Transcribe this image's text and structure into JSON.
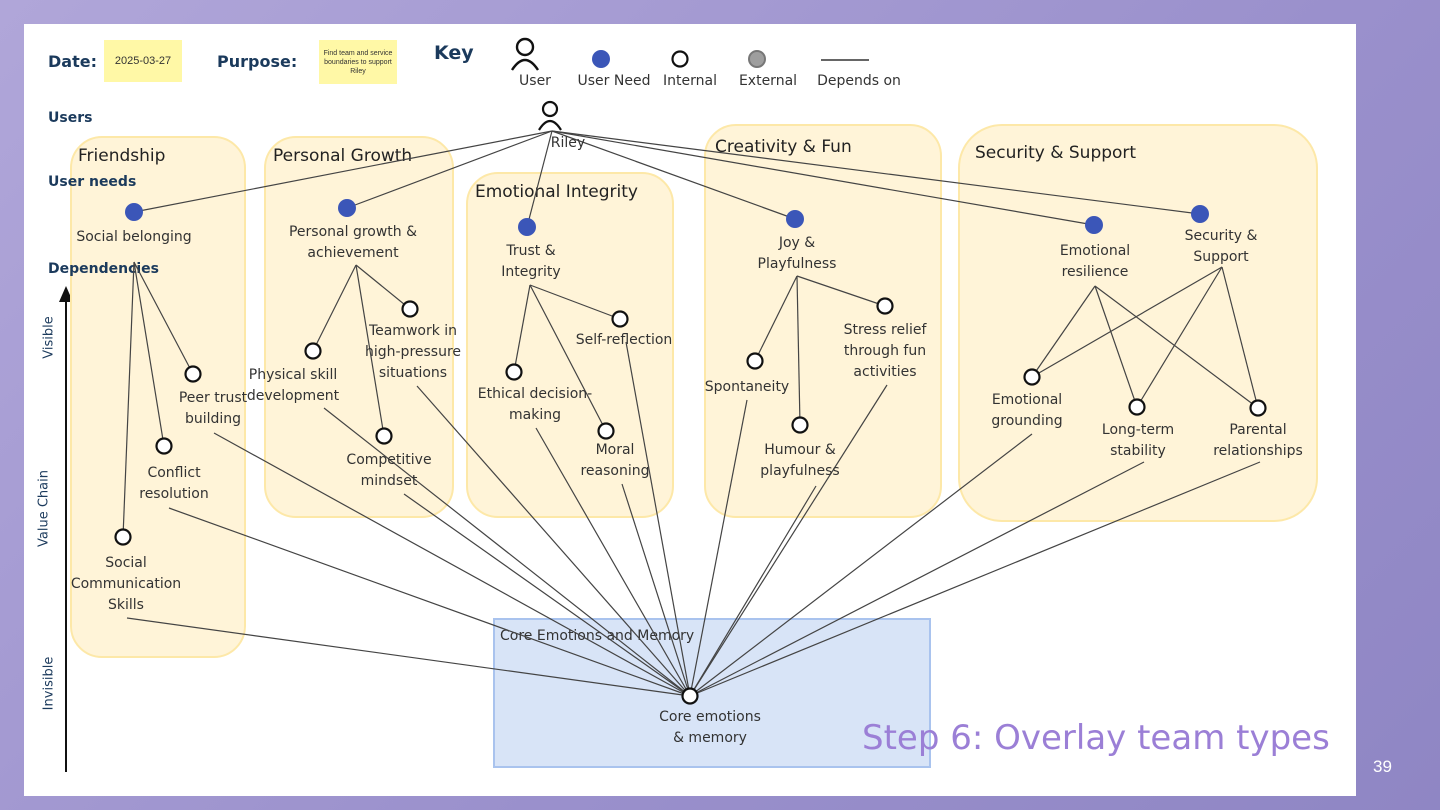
{
  "header": {
    "date_label": "Date:",
    "date_value": "2025-03-27",
    "purpose_label": "Purpose:",
    "purpose_value": "Find team and service boundaries to support Riley"
  },
  "key": {
    "title": "Key",
    "items": [
      "User",
      "User Need",
      "Internal",
      "External",
      "Depends on"
    ],
    "colors": {
      "user_need": "#3b56b8",
      "external": "#9e9e9e",
      "internal_fill": "#ffffff"
    }
  },
  "lanes": {
    "users": "Users",
    "user_needs": "User needs",
    "dependencies": "Dependencies"
  },
  "axis": {
    "visible": "Visible",
    "value_chain": "Value Chain",
    "invisible": "Invisible"
  },
  "user": {
    "name": "Riley",
    "icon": "person-icon"
  },
  "groups": {
    "friendship": "Friendship",
    "personal_growth": "Personal Growth",
    "emotional_integrity": "Emotional Integrity",
    "creativity_fun": "Creativity & Fun",
    "security_support": "Security & Support",
    "core": "Core Emotions and Memory"
  },
  "needs": {
    "social_belonging": "Social belonging",
    "personal_growth": "Personal growth &\nachievement",
    "trust_integrity": "Trust &\nIntegrity",
    "joy_playfulness": "Joy &\nPlayfulness",
    "emotional_resilience": "Emotional\nresilience",
    "security_support": "Security &\nSupport"
  },
  "deps": {
    "peer_trust": "Peer trust\nbuilding",
    "conflict_resolution": "Conflict\nresolution",
    "social_comm": "Social\nCommunication\nSkills",
    "physical_skill": "Physical skill\ndevelopment",
    "teamwork": "Teamwork in\nhigh-pressure\nsituations",
    "competitive": "Competitive\nmindset",
    "ethical": "Ethical decision-\nmaking",
    "self_reflection": "Self-reflection",
    "moral": "Moral\nreasoning",
    "spontaneity": "Spontaneity",
    "stress_relief": "Stress relief\nthrough fun\nactivities",
    "humour": "Humour &\nplayfulness",
    "emotional_grounding": "Emotional\ngrounding",
    "long_term": "Long-term\nstability",
    "parental": "Parental\nrelationships",
    "core": "Core emotions\n& memory"
  },
  "step_title": "Step 6: Overlay team types",
  "page_number": "39"
}
